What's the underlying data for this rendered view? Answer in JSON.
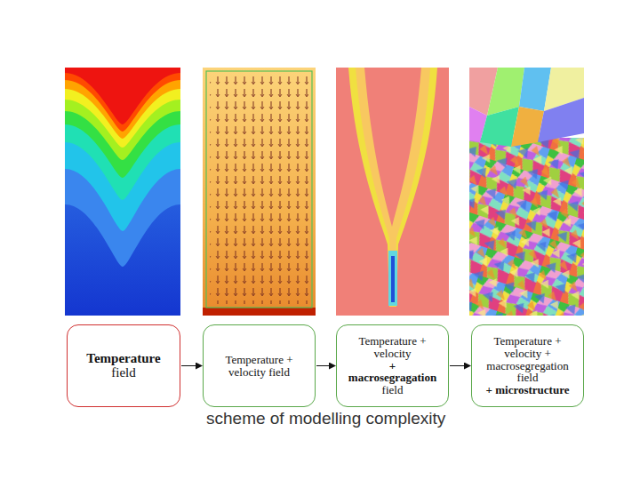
{
  "diagram": {
    "caption": "scheme of modelling complexity",
    "nodes": [
      {
        "text": [
          "Temperature",
          "field"
        ]
      },
      {
        "text": [
          "Temperature + velocity field"
        ]
      },
      {
        "text": [
          "Temperature + velocity",
          "+ macrosegragation",
          "field"
        ]
      },
      {
        "text": [
          "Temperature + velocity + macrosegregation field",
          "+ microstructure"
        ]
      }
    ],
    "edges": [
      {
        "from": 0,
        "to": 1,
        "arrow": "to"
      },
      {
        "from": 1,
        "to": 2,
        "arrow": "to"
      },
      {
        "from": 2,
        "to": 3,
        "arrow": "to"
      }
    ]
  }
}
